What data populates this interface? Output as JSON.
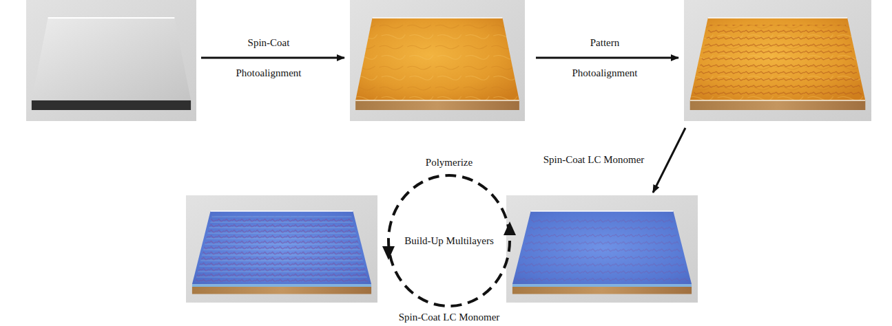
{
  "diagram": {
    "nodes": [
      {
        "text": [
          "Build-Up Multilayers"
        ]
      }
    ],
    "labels": [
      "Spin-Coat",
      "Photoalignment",
      "Pattern",
      "Photoalignment",
      "Spin-Coat LC Monomer",
      "Polymerize",
      "Spin-Coat LC Monomer"
    ]
  }
}
